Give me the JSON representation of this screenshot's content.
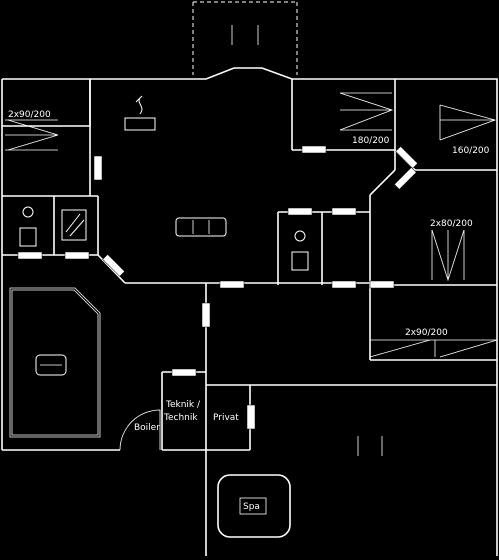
{
  "labels": {
    "bed_top_left": "2x90/200",
    "bed_top_mid": "180/200",
    "bed_top_right": "160/200",
    "bed_right": "2x80/200",
    "bed_lower_right": "2x90/200",
    "utility": "Teknik /\nTechnik",
    "private": "Privat",
    "boiler": "Boiler",
    "hot_tub": "Spa"
  },
  "colors": {
    "background": "#000000",
    "lines": "#ffffff"
  }
}
